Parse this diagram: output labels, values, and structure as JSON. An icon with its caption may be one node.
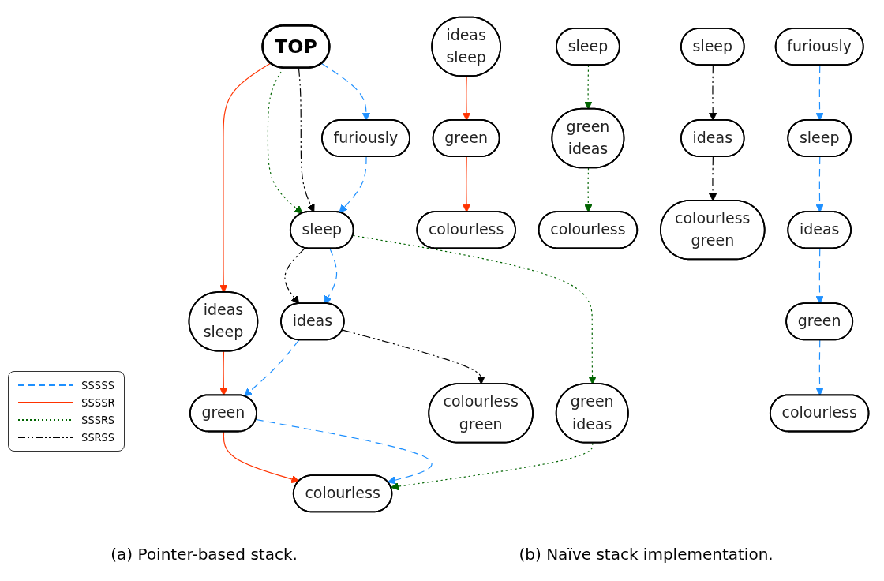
{
  "diagram": {
    "nodes": [
      {
        "text": [
          "TOP"
        ]
      },
      {
        "text": [
          "ideas",
          "sleep"
        ]
      },
      {
        "text": [
          "furiously"
        ]
      },
      {
        "text": [
          "green",
          "ideas"
        ]
      },
      {
        "text": [
          "sleep"
        ]
      },
      {
        "text": [
          "colourless",
          "green"
        ]
      },
      {
        "text": [
          "ideas"
        ]
      },
      {
        "text": [
          "green"
        ]
      },
      {
        "text": [
          "colourless"
        ]
      },
      {
        "text": [
          "furiously"
        ]
      },
      {
        "text": [
          "sleep"
        ]
      },
      {
        "text": [
          "ideas"
        ]
      },
      {
        "text": [
          "green"
        ]
      },
      {
        "text": [
          "colourless"
        ]
      },
      {
        "text": [
          "ideas",
          "sleep"
        ]
      },
      {
        "text": [
          "green"
        ]
      },
      {
        "text": [
          "colourless"
        ]
      },
      {
        "text": [
          "sleep"
        ]
      },
      {
        "text": [
          "green",
          "ideas"
        ]
      },
      {
        "text": [
          "colourless"
        ]
      },
      {
        "text": [
          "sleep"
        ]
      },
      {
        "text": [
          "ideas"
        ]
      },
      {
        "text": [
          "colourless",
          "green"
        ]
      }
    ],
    "edges": [
      {
        "from": 0,
        "to": 1,
        "arrow": "to",
        "color": "#ff3300"
      },
      {
        "from": 0,
        "to": 2,
        "arrow": "to",
        "style": "dashed",
        "color": "#1e90ff"
      },
      {
        "from": 0,
        "to": 4,
        "arrow": "to",
        "style": "dashed",
        "color": "#006400"
      },
      {
        "from": 0,
        "to": 4,
        "arrow": "to",
        "style": "dashed",
        "color": "#000000"
      },
      {
        "from": 1,
        "to": 7,
        "arrow": "to",
        "color": "#ff3300"
      },
      {
        "from": 2,
        "to": 4,
        "arrow": "to",
        "style": "dashed",
        "color": "#1e90ff"
      },
      {
        "from": 4,
        "to": 3,
        "arrow": "to",
        "style": "dashed",
        "color": "#006400"
      },
      {
        "from": 4,
        "to": 6,
        "arrow": "to",
        "style": "dashed",
        "color": "#000000"
      },
      {
        "from": 4,
        "to": 6,
        "arrow": "to",
        "style": "dashed",
        "color": "#1e90ff"
      },
      {
        "from": 6,
        "to": 5,
        "arrow": "to",
        "style": "dashed",
        "color": "#000000"
      },
      {
        "from": 6,
        "to": 7,
        "arrow": "to",
        "style": "dashed",
        "color": "#1e90ff"
      },
      {
        "from": 7,
        "to": 8,
        "arrow": "to",
        "color": "#ff3300"
      },
      {
        "from": 7,
        "to": 8,
        "arrow": "to",
        "style": "dashed",
        "color": "#1e90ff"
      },
      {
        "from": 3,
        "to": 8,
        "arrow": "to",
        "style": "dashed",
        "color": "#006400"
      },
      {
        "from": 9,
        "to": 10,
        "arrow": "to",
        "style": "dashed",
        "color": "#1e90ff"
      },
      {
        "from": 10,
        "to": 11,
        "arrow": "to",
        "style": "dashed",
        "color": "#1e90ff"
      },
      {
        "from": 11,
        "to": 12,
        "arrow": "to",
        "style": "dashed",
        "color": "#1e90ff"
      },
      {
        "from": 12,
        "to": 13,
        "arrow": "to",
        "style": "dashed",
        "color": "#1e90ff"
      },
      {
        "from": 14,
        "to": 15,
        "arrow": "to",
        "color": "#ff3300"
      },
      {
        "from": 15,
        "to": 16,
        "arrow": "to",
        "color": "#ff3300"
      },
      {
        "from": 17,
        "to": 18,
        "arrow": "to",
        "style": "dashed",
        "color": "#006400"
      },
      {
        "from": 18,
        "to": 19,
        "arrow": "to",
        "style": "dashed",
        "color": "#006400"
      },
      {
        "from": 20,
        "to": 21,
        "arrow": "to",
        "style": "dashed",
        "color": "#000000"
      },
      {
        "from": 21,
        "to": 22,
        "arrow": "to",
        "style": "dashed",
        "color": "#000000"
      }
    ],
    "labels": [
      "(a) Pointer-based stack.",
      "(b) Naïve stack implementation."
    ],
    "legend": [
      {
        "text": "SSSSS"
      },
      {
        "text": "SSSSR"
      },
      {
        "text": "SSSRS"
      },
      {
        "text": "SSRSS"
      }
    ]
  }
}
